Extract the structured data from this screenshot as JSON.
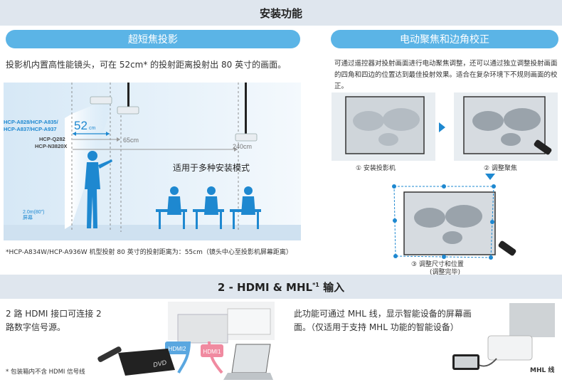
{
  "header": {
    "title": "安装功能"
  },
  "left_section": {
    "title": "超短焦投影",
    "intro": "投影机内置高性能镜头，可在 52cm* 的投射距离投射出 80 英寸的画面。",
    "models": {
      "group1_line1": "HCP-A828/HCP-A835/",
      "group1_line2": "HCP-A837/HCP-A937",
      "model2": "HCP-Q282",
      "model3": "HCP-N3820X"
    },
    "distances": {
      "d1": "52",
      "d1_unit": "cm",
      "d2": "65cm",
      "d3": "240cm"
    },
    "screen_label_1": "2.0m(80\")",
    "screen_label_2": "屏幕",
    "scene_caption": "适用于多种安装模式",
    "footnote": "*HCP-A834W/HCP-A936W 机型投射 80 英寸的投射距离为：55cm（镜头中心至投影机屏幕距离）"
  },
  "right_section": {
    "title": "电动聚焦和边角校正",
    "intro": "可通过遥控器对投射画面进行电动聚焦调整，还可以通过独立调整投射画面的四角和四边的位置达到最佳投射效果。适合在复杂环境下不规则画面的校正。",
    "step1": "① 安装投影机",
    "step2": "② 调整聚焦",
    "step3_line1": "③ 调整尺寸和位置",
    "step3_line2": "(调整完毕)"
  },
  "hdmi_section": {
    "title_main": "2 - HDMI & MHL",
    "title_sup": "*1",
    "title_tail": " 输入",
    "hdmi_desc": "2 路 HDMI 接口可连接 2 路数字信号源。",
    "hdmi_note": "* 包装箱内不含 HDMI 信号线",
    "hdmi1_label": "HDMI1",
    "hdmi2_label": "HDMI2",
    "dvd_label": "DVD",
    "mhl_desc": "此功能可通过 MHL 线，显示智能设备的屏幕画面。（仅适用于支持 MHL 功能的智能设备）",
    "mhl_label": "MHL 线"
  },
  "colors": {
    "band": "#dfe6ee",
    "pill": "#5bb4e6",
    "accent": "#1e88d0",
    "hdmi1": "#f08aa0",
    "hdmi2": "#5aa7e0"
  }
}
